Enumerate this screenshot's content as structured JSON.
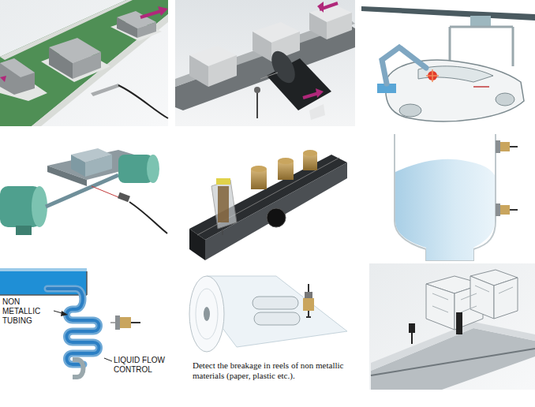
{
  "diagram": {
    "labels": [
      "NON METALLIC TUBING",
      "LIQUID FLOW CONTROL",
      "Detect the breakage in reels of non metallic materials (paper, plastic etc.)."
    ]
  }
}
